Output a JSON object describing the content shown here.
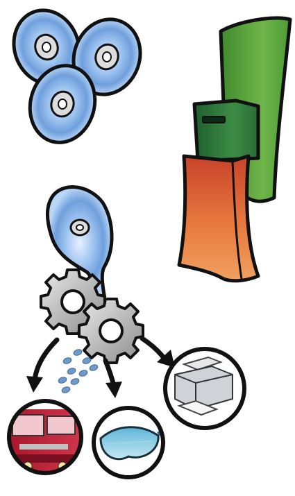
{
  "illustration": {
    "disc_stack": {
      "count": 3
    },
    "tower": {
      "colors": {
        "panel": "#5a9e3c",
        "module": "#2f7a3a",
        "base": "#e06a3a"
      }
    },
    "melting_disc": {},
    "gears": {
      "count": 2
    },
    "outputs": [
      {
        "name": "train"
      },
      {
        "name": "goggles"
      },
      {
        "name": "printer"
      }
    ]
  }
}
